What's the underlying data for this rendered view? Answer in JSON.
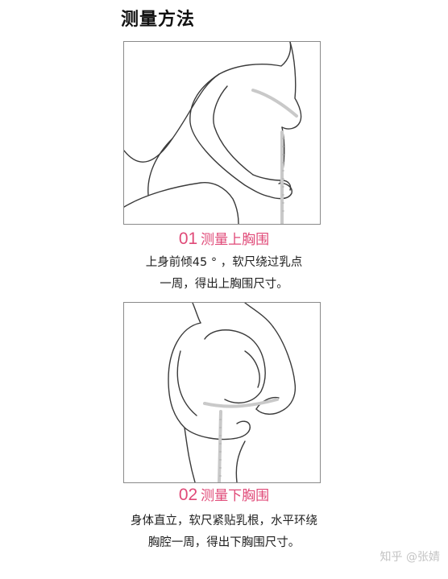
{
  "title": "测量方法",
  "steps": [
    {
      "number": "01",
      "heading": "测量上胸围",
      "lines": [
        "上身前倾45 ° ，软尺绕过乳点",
        "一周，得出上胸围尺寸。"
      ]
    },
    {
      "number": "02",
      "heading": "测量下胸围",
      "lines": [
        "身体直立，软尺紧贴乳根，水平环绕",
        "胸腔一周，得出下胸围尺寸。"
      ]
    }
  ],
  "watermark": "知乎 @张婧",
  "colors": {
    "accent": "#e04a78",
    "line_art": "#3a3a3a",
    "tape": "#c9c9c9",
    "panel_border": "#8a8a8a"
  }
}
